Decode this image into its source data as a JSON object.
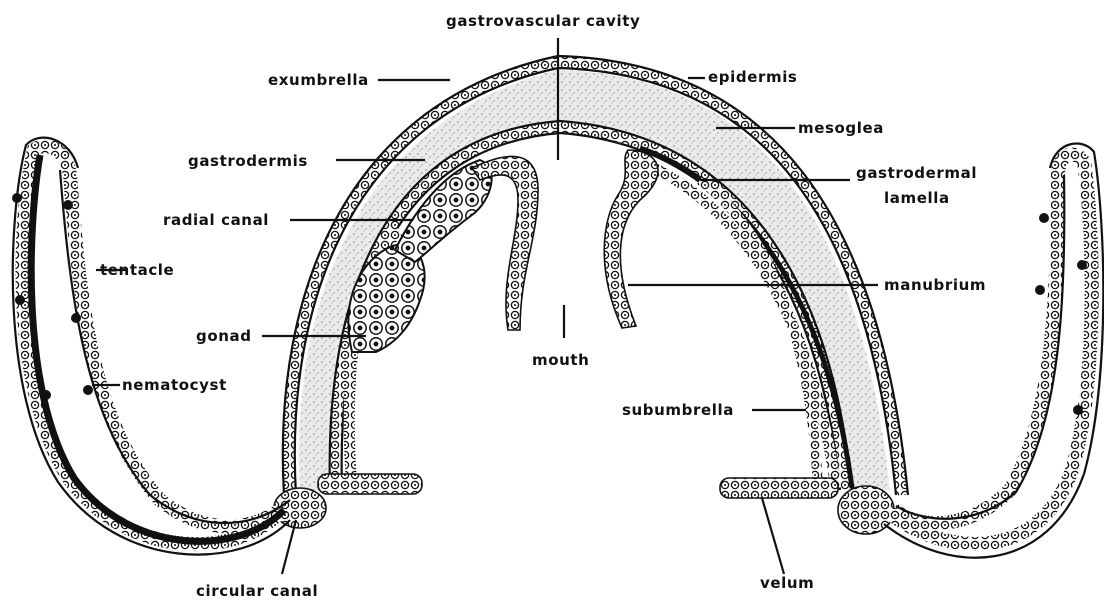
{
  "labels": {
    "gastrovascular_cavity": "gastrovascular cavity",
    "exumbrella": "exumbrella",
    "epidermis": "epidermis",
    "mesoglea": "mesoglea",
    "gastrodermis": "gastrodermis",
    "gastrodermal_line1": "gastrodermal",
    "gastrodermal_line2": "lamella",
    "radial_canal": "radial canal",
    "tentacle": "tentacle",
    "manubrium": "manubrium",
    "gonad": "gonad",
    "mouth": "mouth",
    "nematocyst": "nematocyst",
    "subumbrella": "subumbrella",
    "circular_canal": "circular canal",
    "velum": "velum"
  },
  "colors": {
    "ink": "#111111",
    "mesoglea_fill": "#d9d9d9",
    "background": "#ffffff"
  }
}
